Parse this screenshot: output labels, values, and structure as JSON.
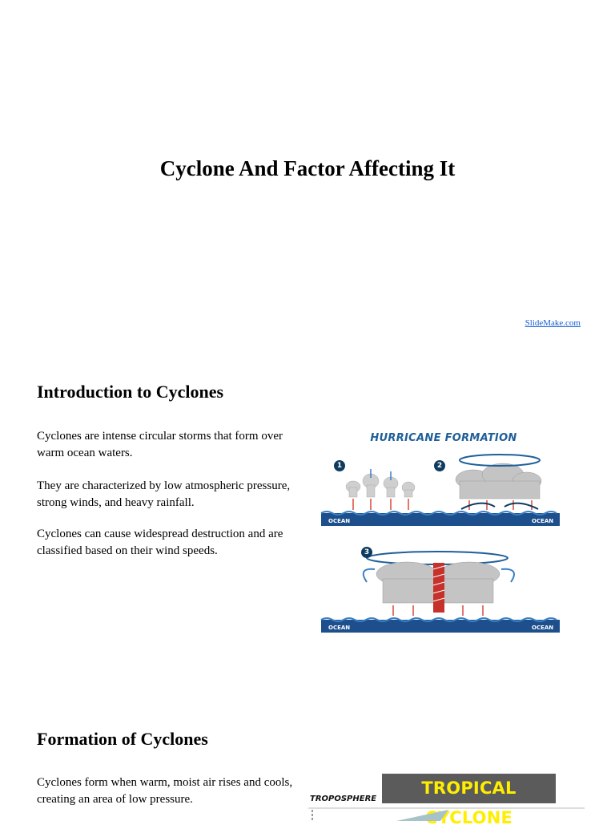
{
  "slide1": {
    "title": "Cyclone And Factor Affecting It",
    "credit": "SlideMake.com"
  },
  "slide2": {
    "heading": "Introduction to Cyclones",
    "paragraphs": [
      "Cyclones are intense circular storms that form over warm ocean waters.",
      "They are characterized by low atmospheric pressure, strong winds, and heavy rainfall.",
      "Cyclones can cause widespread destruction and are classified based on their wind speeds."
    ],
    "figure": {
      "title": "HURRICANE FORMATION",
      "steps": [
        "1",
        "2",
        "3"
      ],
      "ocean_label": "OCEAN"
    }
  },
  "slide3": {
    "heading": "Formation of Cyclones",
    "paragraphs": [
      "Cyclones form when warm, moist air rises and cools, creating an area of low pressure."
    ],
    "figure": {
      "banner": "TROPICAL CYCLONE",
      "layer_label": "TROPOSPHERE"
    }
  },
  "colors": {
    "ocean": "#1d4f8c",
    "figure_title": "#1f5f99",
    "banner_bg": "#5b5b5b",
    "banner_text": "#ffee00",
    "link": "#1a5fd6"
  }
}
